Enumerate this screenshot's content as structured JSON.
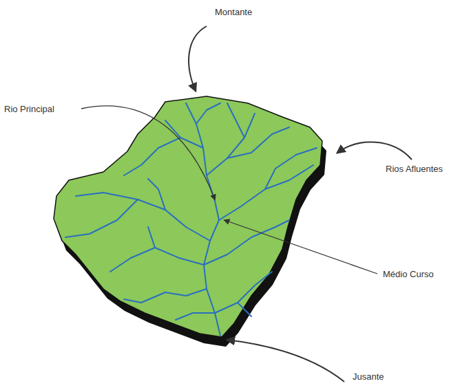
{
  "diagram": {
    "labels": [
      "Montante",
      "Rio Principal",
      "Rios Afluentes",
      "Médio Curso",
      "Jusante"
    ]
  }
}
